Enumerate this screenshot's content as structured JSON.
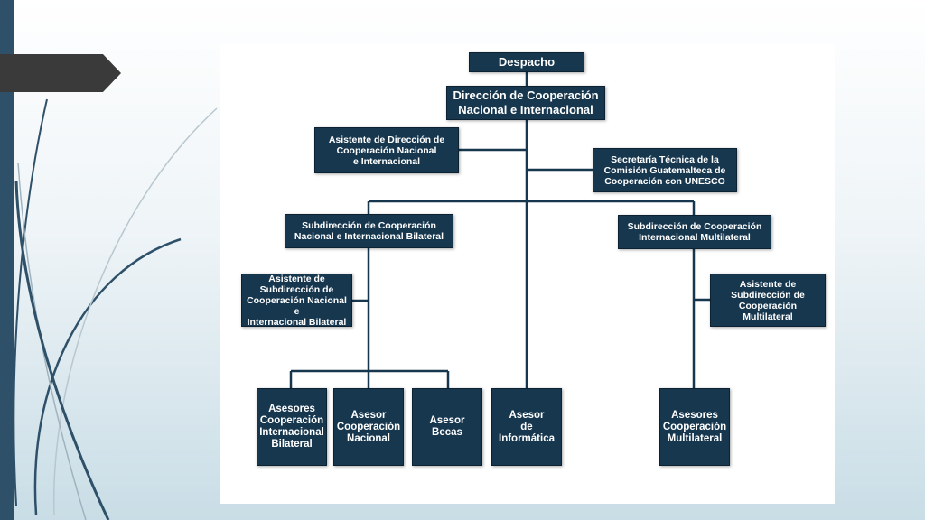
{
  "slide": {
    "bar_color": "#2e5068",
    "tab_color": "#3a3a3a",
    "box_color": "#17374f",
    "line_color": "#17374f"
  },
  "org": {
    "despacho": "Despacho",
    "direccion": "Dirección de Cooperación\nNacional e Internacional",
    "asistente_direccion": "Asistente de Dirección de\nCooperación Nacional\ne Internacional",
    "secretaria_tecnica": "Secretaría Técnica de la\nComisión Guatemalteca de\nCooperación con UNESCO",
    "sub_bilateral": "Subdirección de Cooperación\nNacional e Internacional  Bilateral",
    "sub_multilateral": "Subdirección de Cooperación\nInternacional Multilateral",
    "asistente_bilateral": "Asistente de\nSubdirección de\nCooperación Nacional e\nInternacional Bilateral",
    "asistente_multilateral": "Asistente de\nSubdirección de\nCooperación Multilateral",
    "asesores_bilateral": "Asesores\nCooperación\nInternacional\nBilateral",
    "asesor_nacional": "Asesor\nCooperación\nNacional",
    "asesor_becas": "Asesor\nBecas",
    "asesor_informatica": "Asesor\nde\nInformática",
    "asesores_multilateral": "Asesores\nCooperación\nMultilateral"
  }
}
